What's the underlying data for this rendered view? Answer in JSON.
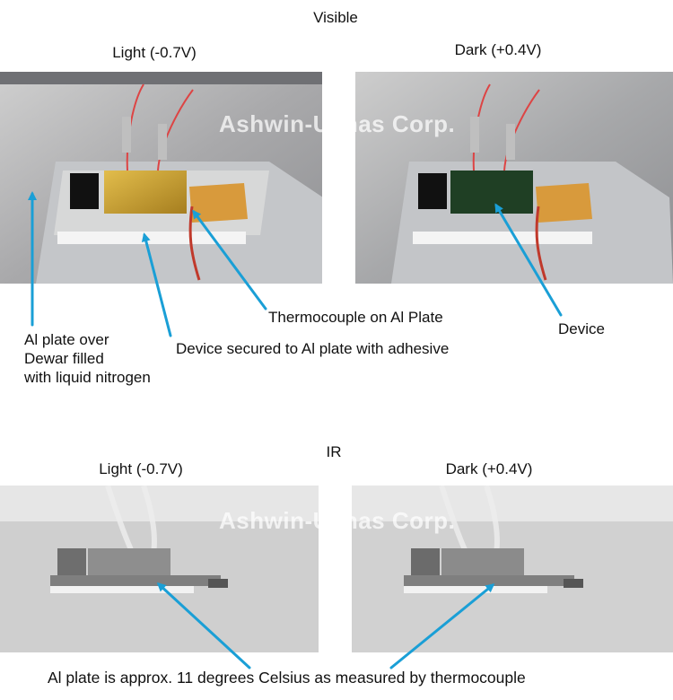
{
  "headings": {
    "visible": "Visible",
    "ir": "IR"
  },
  "visible": {
    "left_label": "Light (-0.7V)",
    "right_label": "Dark (+0.4V)"
  },
  "ir": {
    "left_label": "Light (-0.7V)",
    "right_label": "Dark (+0.4V)"
  },
  "watermark": "Ashwin-Ushas Corp.",
  "annotations": {
    "al_plate_lines": [
      "Al plate over",
      "Dewar filled",
      "with liquid nitrogen"
    ],
    "device_secured": "Device secured to Al plate with adhesive",
    "thermocouple": "Thermocouple on Al Plate",
    "device": "Device",
    "ir_temperature": "Al plate is approx. 11 degrees Celsius as measured by thermocouple"
  },
  "colors": {
    "arrow": "#1a9fd6",
    "light_device": "#c9a23a",
    "dark_device": "#1f3f24",
    "thermocouple_pad": "#d89a3c"
  }
}
